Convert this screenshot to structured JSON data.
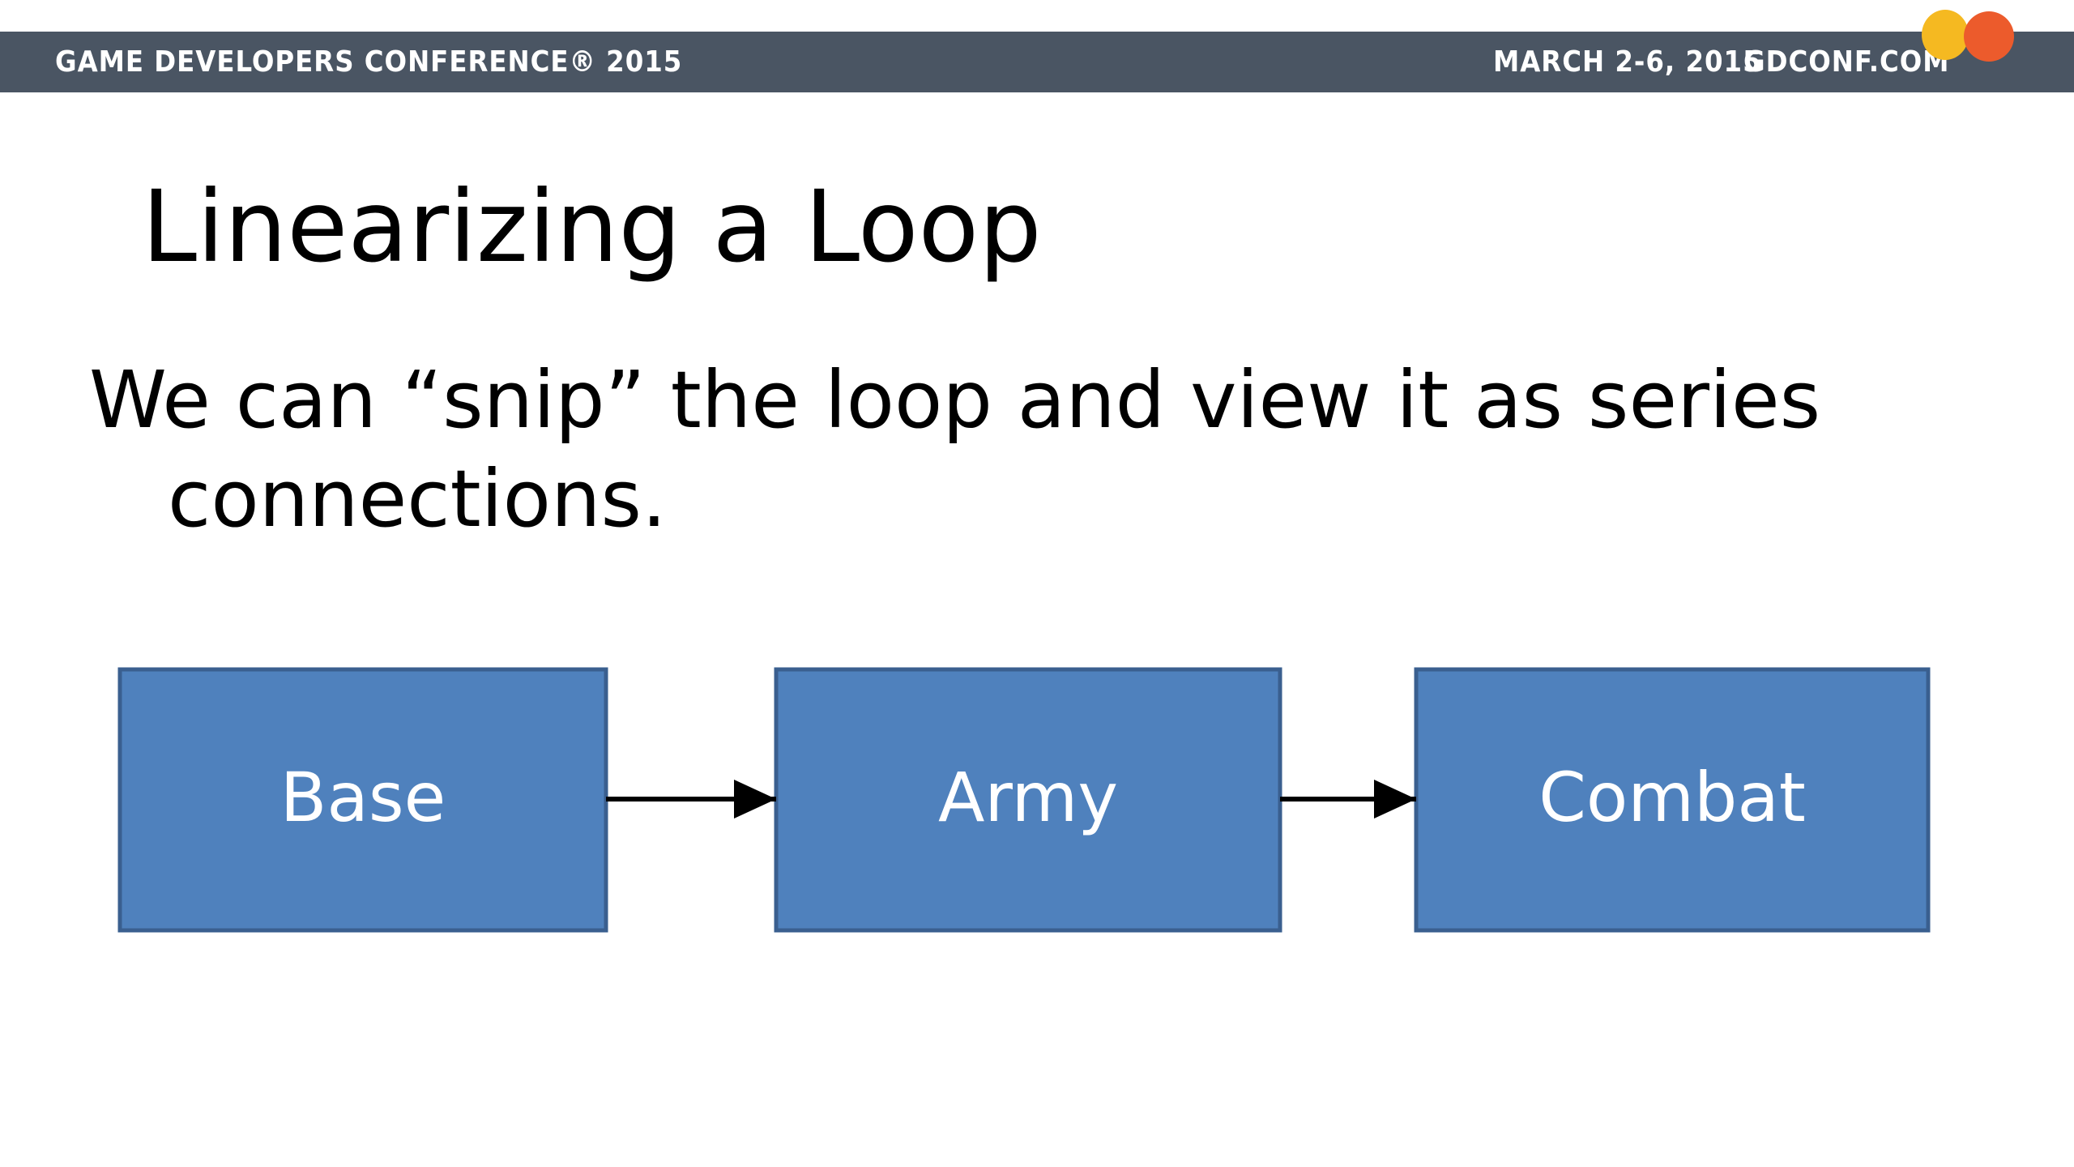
{
  "header": {
    "conference": "GAME DEVELOPERS CONFERENCE® 2015",
    "date": "MARCH 2-6, 2015",
    "site": "GDCONF.COM",
    "logo_colors": [
      "#f5b921",
      "#ec5b2c"
    ],
    "bar_color": "#4a5563"
  },
  "slide": {
    "title": "Linearizing a Loop",
    "body_line_1": "We can “snip” the loop and view it as series",
    "body_line_2": "connections."
  },
  "diagram": {
    "node_color": "#4f81bd",
    "node_border_color": "#3a5f8f",
    "nodes": [
      {
        "id": "base",
        "label": "Base"
      },
      {
        "id": "army",
        "label": "Army"
      },
      {
        "id": "combat",
        "label": "Combat"
      }
    ],
    "edges": [
      {
        "from": "base",
        "to": "army"
      },
      {
        "from": "army",
        "to": "combat"
      }
    ]
  }
}
